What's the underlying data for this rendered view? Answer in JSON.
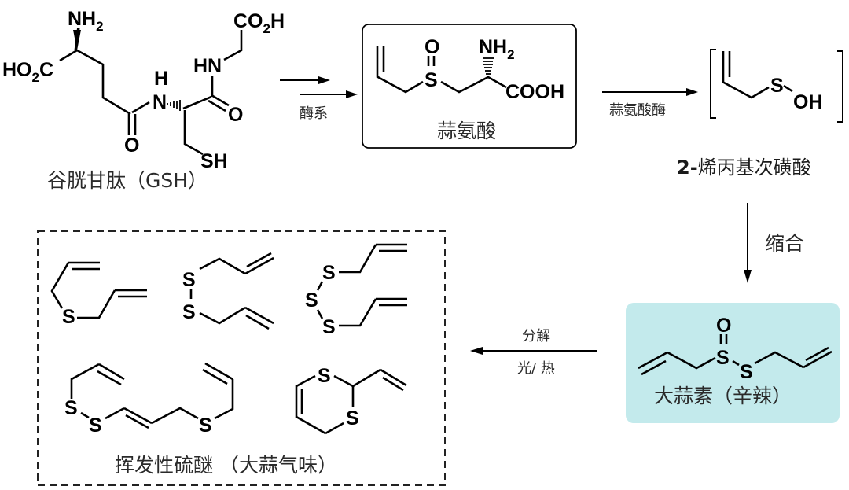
{
  "diagram": {
    "title": "Garlic sulfur compound biosynthesis pathway",
    "colors": {
      "allicin_box_fill": "#c3eaec",
      "ink": "#000000",
      "label_text": "#2a2a2a"
    },
    "compounds": {
      "gsh": {
        "label": "谷胱甘肽（GSH）",
        "atoms": {
          "nh2": "NH",
          "nh2_sub": "2",
          "ho2c": "HO",
          "ho2c_sub": "2",
          "ho2c_c": "C",
          "amide_o1": "O",
          "nh_h": "H",
          "nh_n": "N",
          "hn2": "HN",
          "co2h": "CO",
          "co2h_sub": "2",
          "co2h_h": "H",
          "amide_o2": "O",
          "sh": "SH"
        }
      },
      "alliin": {
        "label": "蒜氨酸",
        "atoms": {
          "o": "O",
          "s": "S",
          "nh2": "NH",
          "nh2_sub": "2",
          "cooh": "COOH"
        }
      },
      "sulfenic_acid": {
        "label_prefix": "2-",
        "label": "烯丙基次磺酸",
        "atoms": {
          "s": "S",
          "oh": "OH"
        }
      },
      "allicin": {
        "label": "大蒜素（辛辣）",
        "atoms": {
          "o": "O",
          "s1": "S",
          "s2": "S"
        }
      },
      "volatile_sulfides": {
        "label": "挥发性硫醚 （大蒜气味）",
        "members": [
          {
            "name": "diallyl-sulfide",
            "atoms": [
              "S"
            ]
          },
          {
            "name": "diallyl-disulfide",
            "atoms": [
              "S",
              "S"
            ]
          },
          {
            "name": "diallyl-trisulfide",
            "atoms": [
              "S",
              "S",
              "S"
            ]
          },
          {
            "name": "ajoene",
            "atoms": [
              "S",
              "S",
              "S"
            ]
          },
          {
            "name": "vinyl-dithiin",
            "atoms": [
              "S",
              "S"
            ]
          }
        ]
      }
    },
    "arrows": {
      "enzyme_system": {
        "label": "酶系",
        "direction": "right"
      },
      "alliinase": {
        "label": "蒜氨酸酶",
        "direction": "right"
      },
      "condensation": {
        "label": "缩合",
        "direction": "down"
      },
      "decomposition": {
        "label_top": "分解",
        "label_bottom": "光/ 热",
        "direction": "left"
      }
    }
  }
}
